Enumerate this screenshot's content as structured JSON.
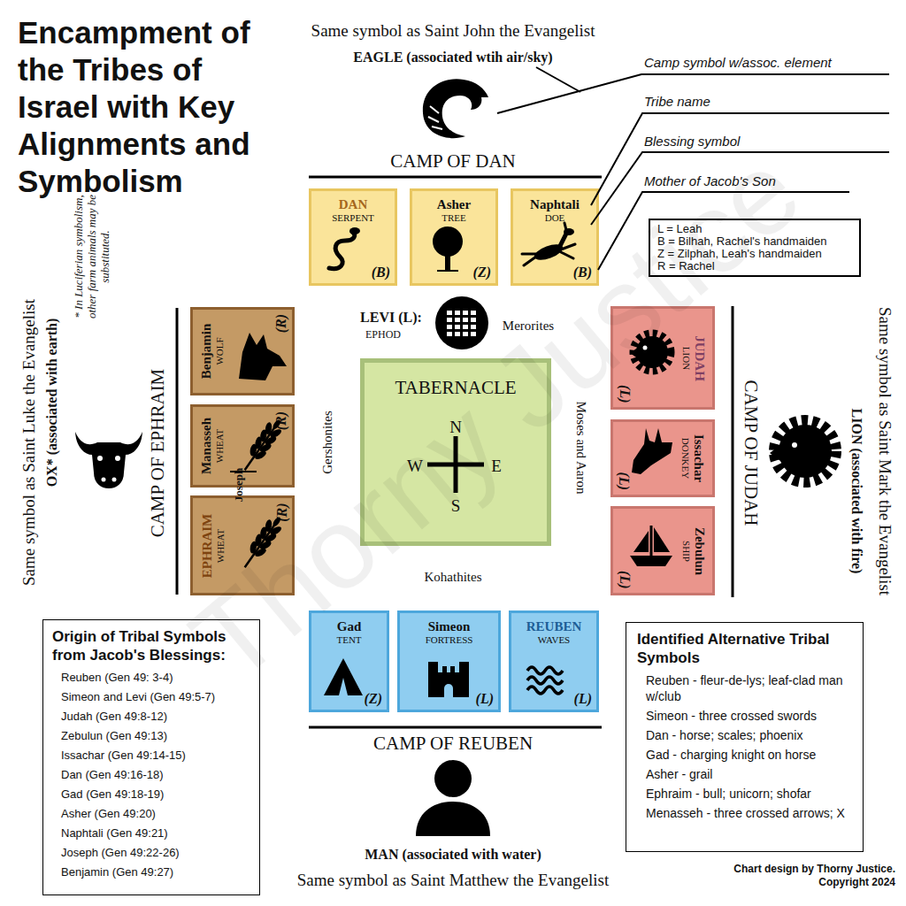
{
  "diagram": {
    "title": "Encampment of the Tribes of Israel with Key Alignments and Symbolism",
    "nodes": [
      {
        "text": [
          "DAN",
          "SERPENT",
          "(B)"
        ]
      },
      {
        "text": [
          "Asher",
          "TREE",
          "(Z)"
        ]
      },
      {
        "text": [
          "Naphtali",
          "DOE",
          "(B)"
        ]
      },
      {
        "text": [
          "L = Leah",
          "B = Bilhah, Rachel's handmaiden",
          "Z = Zilphah, Leah's handmaiden",
          "R = Rachel"
        ]
      },
      {
        "text": [
          "Benjamin",
          "WOLF",
          "(R)"
        ]
      },
      {
        "text": [
          "Manasseh",
          "WHEAT",
          "(R)"
        ]
      },
      {
        "text": [
          "EPHRAIM",
          "WHEAT",
          "(R)"
        ]
      },
      {
        "text": [
          "TABERNACLE",
          "N",
          "W",
          "E",
          "S"
        ]
      },
      {
        "text": [
          "JUDAH",
          "LION",
          "(L)"
        ]
      },
      {
        "text": [
          "Issachar",
          "DONKEY",
          "(L)"
        ]
      },
      {
        "text": [
          "Zebulun",
          "SHIP",
          "(L)"
        ]
      },
      {
        "text": [
          "Gad",
          "TENT",
          "(Z)"
        ]
      },
      {
        "text": [
          "Simeon",
          "FORTRESS",
          "(L)"
        ]
      },
      {
        "text": [
          "REUBEN",
          "WAVES",
          "(L)"
        ]
      },
      {
        "text": [
          "Origin of Tribal Symbols from Jacob's Blessings:",
          "Reuben (Gen 49: 3-4)",
          "Simeon and Levi (Gen 49:5-7)",
          "Judah (Gen 49:8-12)",
          "Zebulun (Gen 49:13)",
          "Issachar (Gen 49:14-15)",
          "Dan (Gen 49:16-18)",
          "Gad (Gen 49:18-19)",
          "Asher (Gen 49:20)",
          "Naphtali (Gen 49:21)",
          "Joseph (Gen 49:22-26)",
          "Benjamin (Gen 49:27)"
        ]
      },
      {
        "text": [
          "Identified Alternative Tribal Symbols",
          "Reuben - fleur-de-lys; leaf-clad man w/club",
          "Simeon - three crossed swords",
          "Dan - horse; scales; phoenix",
          "Gad - charging knight on horse",
          "Asher - grail",
          "Ephraim - bull; unicorn; shofar",
          "Menasseh - three crossed arrows; X"
        ]
      }
    ],
    "labels": [
      "Same symbol as Saint John the Evangelist",
      "EAGLE (associated wtih air/sky)",
      "Camp symbol w/assoc. element",
      "Tribe name",
      "Blessing symbol",
      "Mother of Jacob's Son",
      "CAMP OF DAN",
      "LEVI (L):",
      "EPHOD",
      "Merorites",
      "Same symbol as Saint Luke the Evangelist",
      "OX* (associated with earth)",
      "* In Luciferian symbolism, other farm animals may be substituted.",
      "CAMP OF EPHRAIM",
      "Joseph",
      "Gershonites",
      "Moses and Aaron",
      "CAMP OF JUDAH",
      "LION (associated with fire)",
      "Same symbol as Saint Mark the Evangelist",
      "Kohathites",
      "CAMP OF REUBEN",
      "MAN (associated with water)",
      "Same symbol as Saint Matthew the Evangelist",
      "Chart design by Thorny Justice. Copyright 2024",
      "Thorny Justice"
    ]
  }
}
